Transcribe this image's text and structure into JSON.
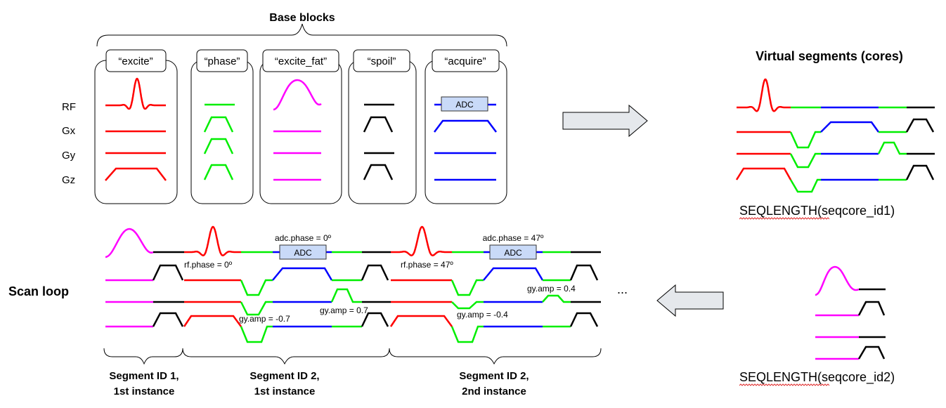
{
  "base": {
    "title": "Base blocks",
    "axis_labels": [
      "RF",
      "Gx",
      "Gy",
      "Gz"
    ],
    "blocks": [
      "“excite”",
      "“phase”",
      "“excite_fat”",
      "“spoil”",
      "“acquire”"
    ],
    "adc_label": "ADC"
  },
  "virtual": {
    "title": "Virtual segments (cores)",
    "seqlength1": "SEQLENGTH(seqcore_id1)",
    "seqlength2": "SEQLENGTH(seqcore_id2)"
  },
  "scan": {
    "title": "Scan loop",
    "adc_label": "ADC",
    "ellipsis": "...",
    "annotations": {
      "adc_phase_1": "adc.phase = 0º",
      "adc_phase_2": "adc.phase = 47º",
      "rf_phase_1": "rf.phase = 0º",
      "rf_phase_2": "rf.phase = 47º",
      "gy_amp_1": "gy.amp = 0.7",
      "gy_amp_2": "gy.amp = -0.7",
      "gy_amp_3": "gy.amp = 0.4",
      "gy_amp_4": "gy.amp = -0.4"
    },
    "segments": [
      {
        "line1": "Segment ID 1,",
        "line2": "1st instance"
      },
      {
        "line1": "Segment ID 2,",
        "line2": "1st instance"
      },
      {
        "line1": "Segment ID 2,",
        "line2": "2nd instance"
      }
    ]
  },
  "colors": {
    "excite": "#ff0000",
    "phase": "#00ee00",
    "excite_fat": "#ff00ff",
    "spoil": "#000000",
    "acquire": "#0000ff",
    "adc_fill": "#c9daf8",
    "arrow_fill": "#e5e8ec"
  }
}
